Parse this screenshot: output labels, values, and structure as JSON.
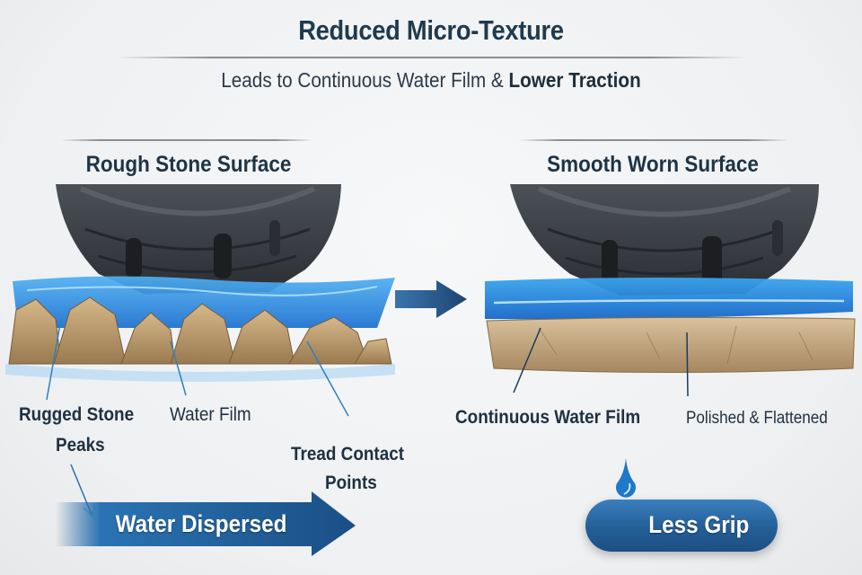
{
  "header": {
    "title": "Reduced Micro-Texture",
    "subtitle_prefix": "Leads to Continuous Water Film & ",
    "subtitle_emphasis": "Lower Traction"
  },
  "left_panel": {
    "title": "Rough Stone Surface",
    "labels": {
      "stone_peaks_line1": "Rugged Stone",
      "stone_peaks_line2": "Peaks",
      "water_film": "Water Film",
      "tread_contact_line1": "Tread Contact",
      "tread_contact_line2": "Points"
    },
    "banner": "Water Dispersed"
  },
  "right_panel": {
    "title": "Smooth Worn Surface",
    "labels": {
      "continuous_water_film": "Continuous Water Film",
      "polished": "Polished & Flattened"
    },
    "banner": "Less Grip"
  },
  "icons": {
    "transition_arrow": "right-arrow",
    "water_drop": "water-drop"
  },
  "colors": {
    "title_text": "#1f3a4e",
    "water_blue": "#2a8fe0",
    "stone_tan": "#b99668",
    "tire_dark": "#3a3e44",
    "banner_blue": "#1f5f96",
    "arrow_navy": "#214f7a",
    "leader_line": "#2f7fc0"
  }
}
